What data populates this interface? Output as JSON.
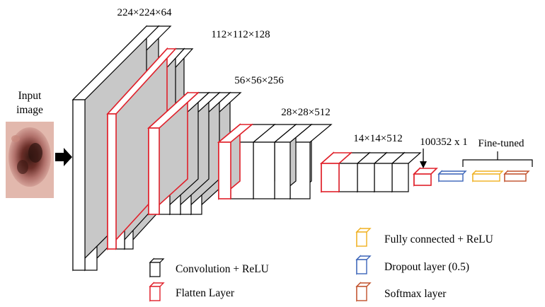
{
  "input": {
    "label_line1": "Input",
    "label_line2": "image"
  },
  "layers": [
    {
      "dims": "224×224×64"
    },
    {
      "dims": "112×112×128"
    },
    {
      "dims": "56×56×256"
    },
    {
      "dims": "28×28×512"
    },
    {
      "dims": "14×14×512"
    }
  ],
  "flatten_vector": {
    "dims": "100352 x 1"
  },
  "fine_tuned": {
    "label": "Fine-tuned"
  },
  "legend": {
    "conv": "Convolution + ReLU",
    "flatten": "Flatten Layer",
    "fc": "Fully connected + ReLU",
    "dropout": "Dropout layer (0.5)",
    "softmax": "Softmax layer"
  },
  "colors": {
    "conv": "#000000",
    "flatten": "#e0202a",
    "fc": "#f0b020",
    "dropout": "#3a64b8",
    "softmax": "#c0502a",
    "side": "#c8c8c8"
  }
}
